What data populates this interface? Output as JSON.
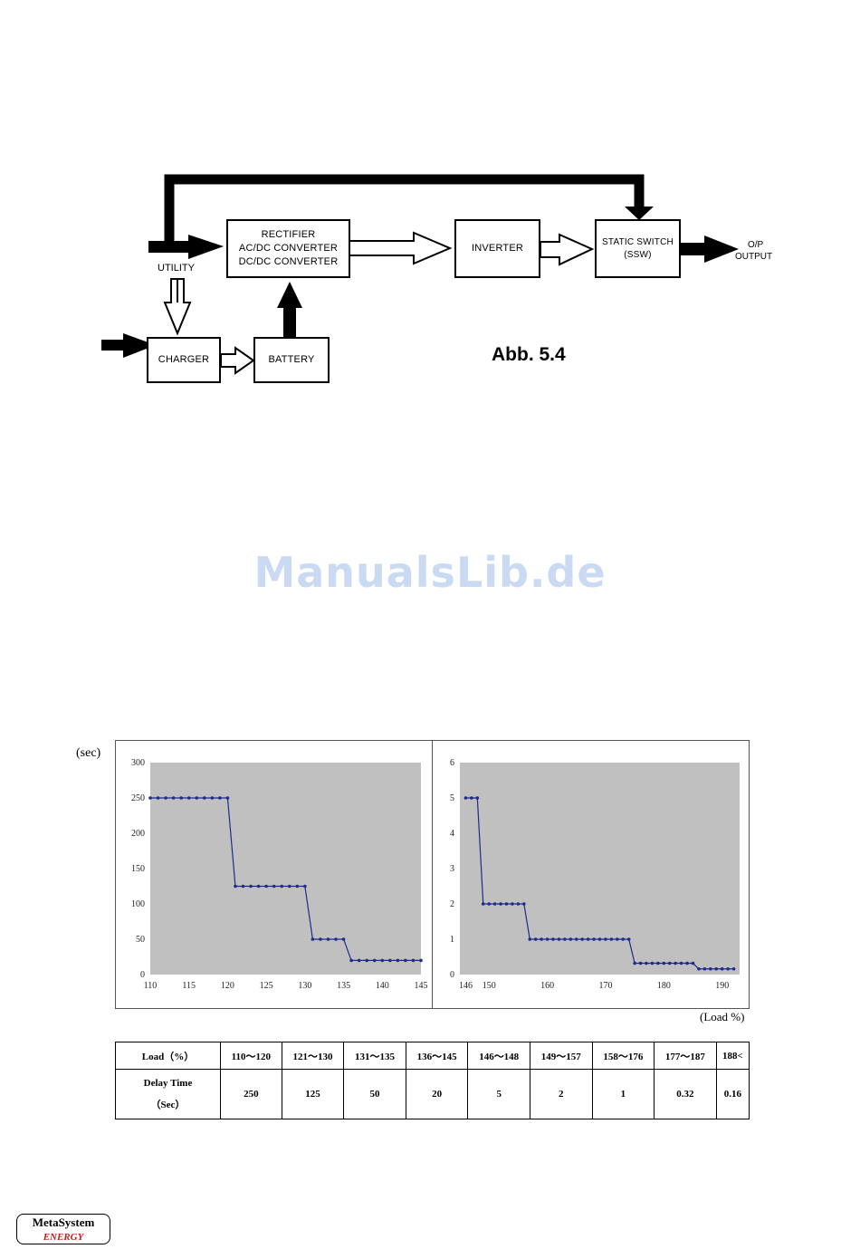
{
  "diagram": {
    "blocks": {
      "rectifier": [
        "RECTIFIER",
        "AC/DC CONVERTER",
        "DC/DC CONVERTER"
      ],
      "inverter": "INVERTER",
      "static_switch": [
        "STATIC SWITCH",
        "(SSW)"
      ],
      "charger": "CHARGER",
      "battery": "BATTERY"
    },
    "labels": {
      "utility": "UTILITY",
      "output_short": "O/P",
      "output": "OUTPUT"
    },
    "caption": "Abb. 5.4"
  },
  "watermark": "ManualsLib.de",
  "chart_data": [
    {
      "type": "line",
      "ylabel": "(sec)",
      "xlim": [
        110,
        145
      ],
      "ylim": [
        0,
        300
      ],
      "xticks": [
        110,
        115,
        120,
        125,
        130,
        135,
        140,
        145
      ],
      "yticks": [
        0,
        50,
        100,
        150,
        200,
        250,
        300
      ],
      "grid": false,
      "series": [
        {
          "x": [
            110,
            111,
            112,
            113,
            114,
            115,
            116,
            117,
            118,
            119,
            120,
            121,
            122,
            123,
            124,
            125,
            126,
            127,
            128,
            129,
            130,
            131,
            132,
            133,
            134,
            135,
            136,
            137,
            138,
            139,
            140,
            141,
            142,
            143,
            144,
            145
          ],
          "y": [
            250,
            250,
            250,
            250,
            250,
            250,
            250,
            250,
            250,
            250,
            250,
            125,
            125,
            125,
            125,
            125,
            125,
            125,
            125,
            125,
            125,
            50,
            50,
            50,
            50,
            50,
            20,
            20,
            20,
            20,
            20,
            20,
            20,
            20,
            20,
            20
          ]
        }
      ]
    },
    {
      "type": "line",
      "xlabel": "(Load %)",
      "xlim": [
        145,
        193
      ],
      "ylim": [
        0,
        6
      ],
      "xticks": [
        146,
        150,
        160,
        170,
        180,
        190
      ],
      "yticks": [
        0,
        1,
        2,
        3,
        4,
        5,
        6
      ],
      "grid": false,
      "series": [
        {
          "x": [
            146,
            147,
            148,
            149,
            150,
            151,
            152,
            153,
            154,
            155,
            156,
            157,
            158,
            159,
            160,
            161,
            162,
            163,
            164,
            165,
            166,
            167,
            168,
            169,
            170,
            171,
            172,
            173,
            174,
            175,
            176,
            177,
            178,
            179,
            180,
            181,
            182,
            183,
            184,
            185,
            186,
            187,
            188,
            189,
            190,
            191,
            192
          ],
          "y": [
            5,
            5,
            5,
            2,
            2,
            2,
            2,
            2,
            2,
            2,
            2,
            1,
            1,
            1,
            1,
            1,
            1,
            1,
            1,
            1,
            1,
            1,
            1,
            1,
            1,
            1,
            1,
            1,
            1,
            0.32,
            0.32,
            0.32,
            0.32,
            0.32,
            0.32,
            0.32,
            0.32,
            0.32,
            0.32,
            0.32,
            0.16,
            0.16,
            0.16,
            0.16,
            0.16,
            0.16,
            0.16
          ]
        }
      ],
      "color": "#1f2a8a"
    }
  ],
  "colors": {
    "plot_bg": "#c0c0c0",
    "series": "#1f2a8a"
  },
  "table": {
    "row_headers": [
      "Load（%）",
      "Delay Time",
      "（Sec）"
    ],
    "loads": [
      "110～120",
      "121～130",
      "131～135",
      "136～145",
      "146～148",
      "149～157",
      "158～176",
      "177～187",
      "188<"
    ],
    "delays": [
      "250",
      "125",
      "50",
      "20",
      "5",
      "2",
      "1",
      "0.32",
      "0.16"
    ]
  },
  "logo": {
    "line1": "MetaSystem",
    "line2": "ENERGY"
  }
}
